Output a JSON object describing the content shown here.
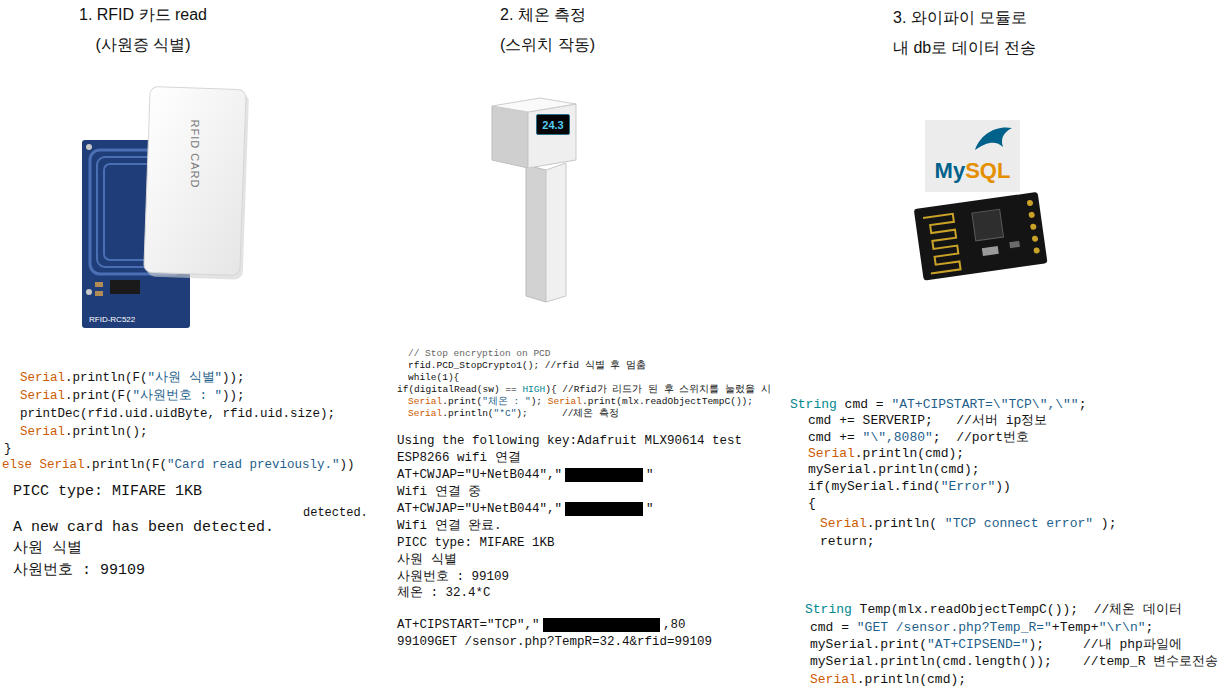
{
  "diagram": {
    "nodes": [
      {
        "text": [
          "RFID CARD"
        ]
      },
      {
        "text": [
          "RFID-RC522"
        ]
      },
      {
        "text": [
          "24.3"
        ]
      },
      {
        "text": [
          "MySQL"
        ]
      }
    ],
    "labels": [
      "1. RFID 카드 read (사원증 식별)",
      "2. 체온 측정 (스위치 작동)",
      "3. 와이파이 모듈로 내 db로 데이터 전송",
      "Serial.println(F(\"사원 식별\"));",
      "Serial.print(F(\"사원번호 : \"));",
      "printDec(rfid.uid.uidByte, rfid.uid.size);",
      "Serial.println();",
      "}",
      "else Serial.println(F(\"Card read previously.\"))",
      "PICC type: MIFARE 1KB",
      "detected.",
      "A new card has been detected.",
      "사원 식별",
      "사원번호 : 99109",
      "// Stop encryption on PCD",
      "rfid.PCD_StopCrypto1(); //rfid 식별 후 멈춤",
      "while(1){",
      "if(digitalRead(sw) == HIGH){ //Rfid가 리드가 된 후 스위치를 눌렀을 시",
      "Serial.print(\"체온 : \"); Serial.print(mlx.readObjectTempC());",
      "Serial.println(\"*C\");      //체온 측정",
      "Using the following key:Adafruit MLX90614 test",
      "ESP8266 wifi 연결",
      "AT+CWJAP=\"U+NetB044\",\"",
      "\"",
      "Wifi 연결 중",
      "AT+CWJAP=\"U+NetB044\",\"",
      "\"",
      "Wifi 연결 완료.",
      "PICC type: MIFARE 1KB",
      "사원 식별",
      "사원번호 : 99109",
      "체온 : 32.4*C",
      "AT+CIPSTART=\"TCP\",\"",
      ",80",
      "99109GET /sensor.php?TempR=32.4&rfid=99109",
      "String cmd = \"AT+CIPSTART=\\\"TCP\\\",\\\"\";",
      "cmd += SERVERIP;   //서버 ip정보",
      "cmd += \"\\\",8080\";  //port번호",
      "Serial.println(cmd);",
      "mySerial.println(cmd);",
      "if(mySerial.find(\"Error\"))",
      "{",
      "Serial.println( \"TCP connect error\" );",
      "return;",
      "String Temp(mlx.readObjectTempC());  //체온 데이터",
      "cmd = \"GET /sensor.php?Temp_R=\"+Temp+\"\\r\\n\";",
      "mySerial.print(\"AT+CIPSEND=\");     //내 php파일에",
      "mySerial.println(cmd.length());    //temp_R 변수로전송",
      "Serial.println(cmd);"
    ]
  }
}
